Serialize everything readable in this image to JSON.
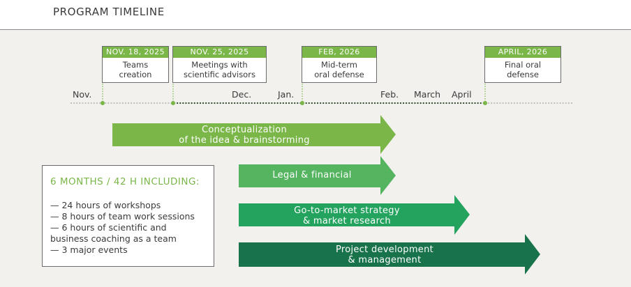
{
  "title": "PROGRAM TIMELINE",
  "milestones": [
    {
      "date": "NOV. 18, 2025",
      "desc": "Teams\ncreation"
    },
    {
      "date": "NOV. 25, 2025",
      "desc": "Meetings with\nscientific advisors"
    },
    {
      "date": "FEB, 2026",
      "desc": "Mid-term\noral defense"
    },
    {
      "date": "APRIL, 2026",
      "desc": "Final oral\ndefense"
    }
  ],
  "months": [
    "Nov.",
    "Dec.",
    "Jan.",
    "Feb.",
    "March",
    "April"
  ],
  "phases": [
    {
      "label": "Conceptualization\nof the idea & brainstorming",
      "color": "#7ab648"
    },
    {
      "label": "Legal & financial",
      "color": "#55b460"
    },
    {
      "label": "Go-to-market strategy\n& market research",
      "color": "#23a35e"
    },
    {
      "label": "Project development\n& management",
      "color": "#18734a"
    }
  ],
  "info": {
    "title": "6 MONTHS / 42 H INCLUDING:",
    "items": [
      "— 24 hours of workshops",
      "— 8 hours of team work sessions",
      "— 6 hours of scientific and",
      "business coaching as a team",
      "— 3 major events"
    ]
  },
  "colors": {
    "accent_green": "#7ab648",
    "dot_dark": "#2e4a2e",
    "dot_light": "#bfbfbf"
  }
}
